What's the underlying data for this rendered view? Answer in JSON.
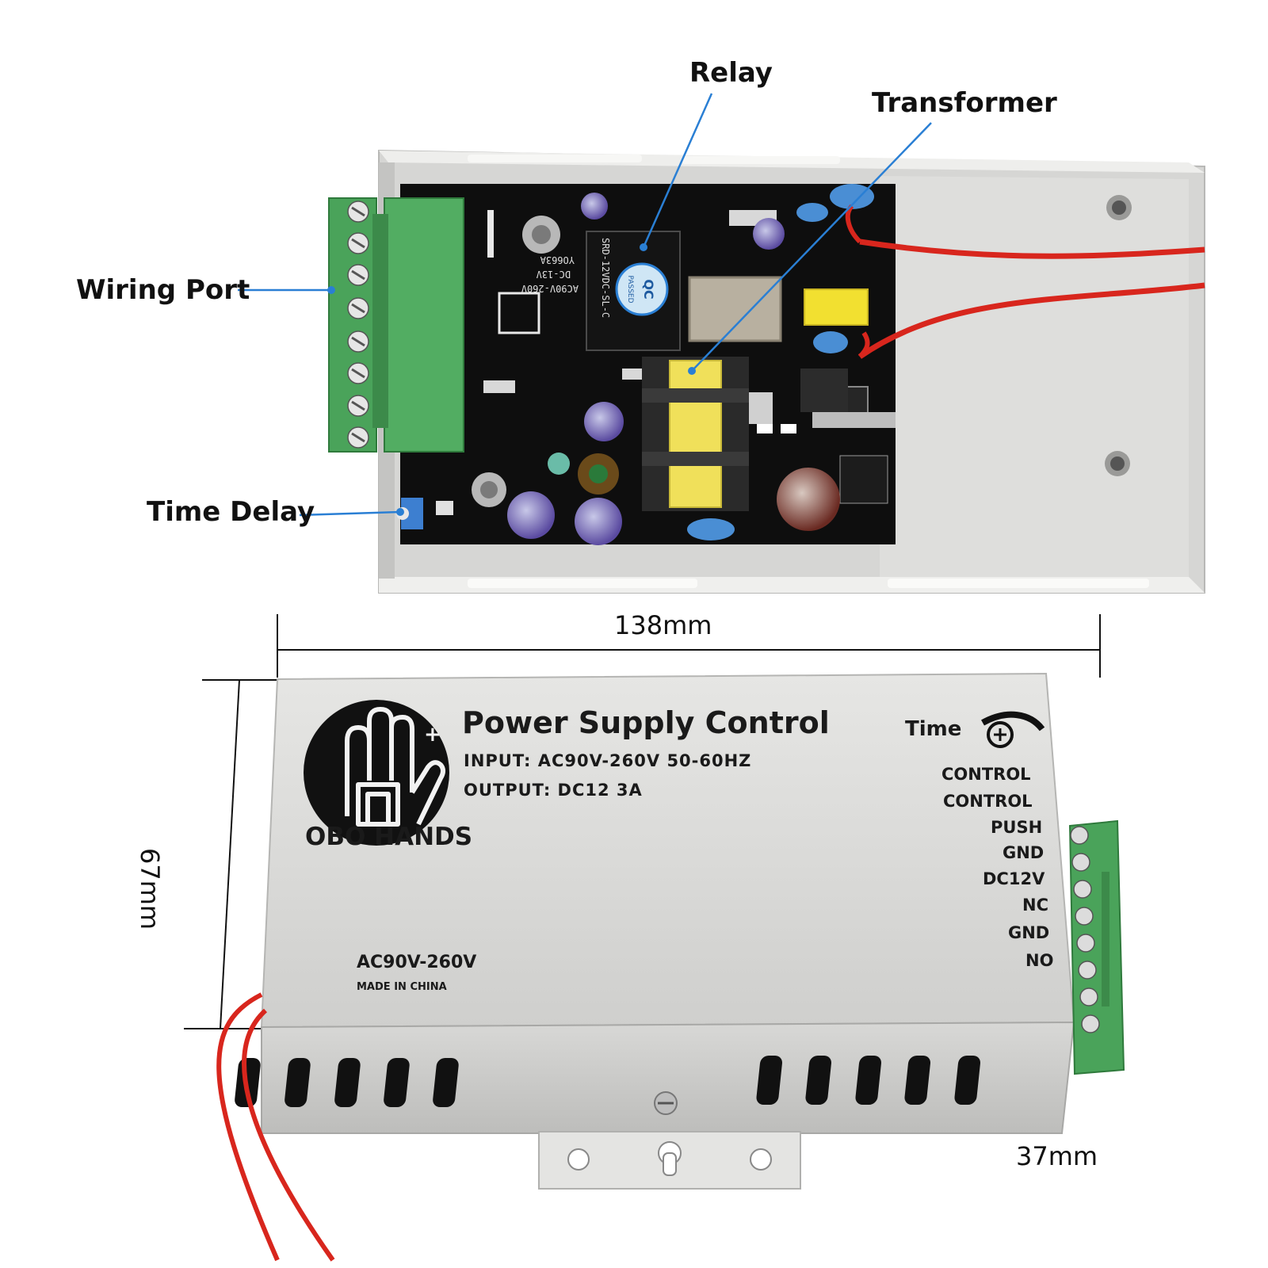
{
  "callouts": {
    "relay": "Relay",
    "transformer": "Transformer",
    "wiring_port": "Wiring Port",
    "time_delay": "Time Delay"
  },
  "dimensions": {
    "width": "138mm",
    "height": "67mm",
    "depth": "37mm"
  },
  "pcb_markings": {
    "relay_qc": "QC",
    "relay_passed": "PASSED",
    "relay_model": "SRD-12VDC-SL-C",
    "board_input": "AC90V-260V",
    "board_output": "DC-13V",
    "board_model": "YO663A"
  },
  "panel": {
    "title": "Power Supply Control",
    "input_line": "INPUT: AC90V-260V 50-60HZ",
    "output_line": "OUTPUT: DC12 3A",
    "brand": "OBO HANDS",
    "time_label": "Time",
    "voltage": "AC90V-260V",
    "made_in": "MADE IN CHINA",
    "terminals": [
      "CONTROL",
      "CONTROL",
      "PUSH",
      "GND",
      "DC12V",
      "NC",
      "GND",
      "NO"
    ]
  },
  "colors": {
    "case": "#dcdcda",
    "pcb": "#101010",
    "terminal_green": "#4aa35a",
    "wire_red": "#d8261d",
    "leader_blue": "#2a7fd4"
  }
}
